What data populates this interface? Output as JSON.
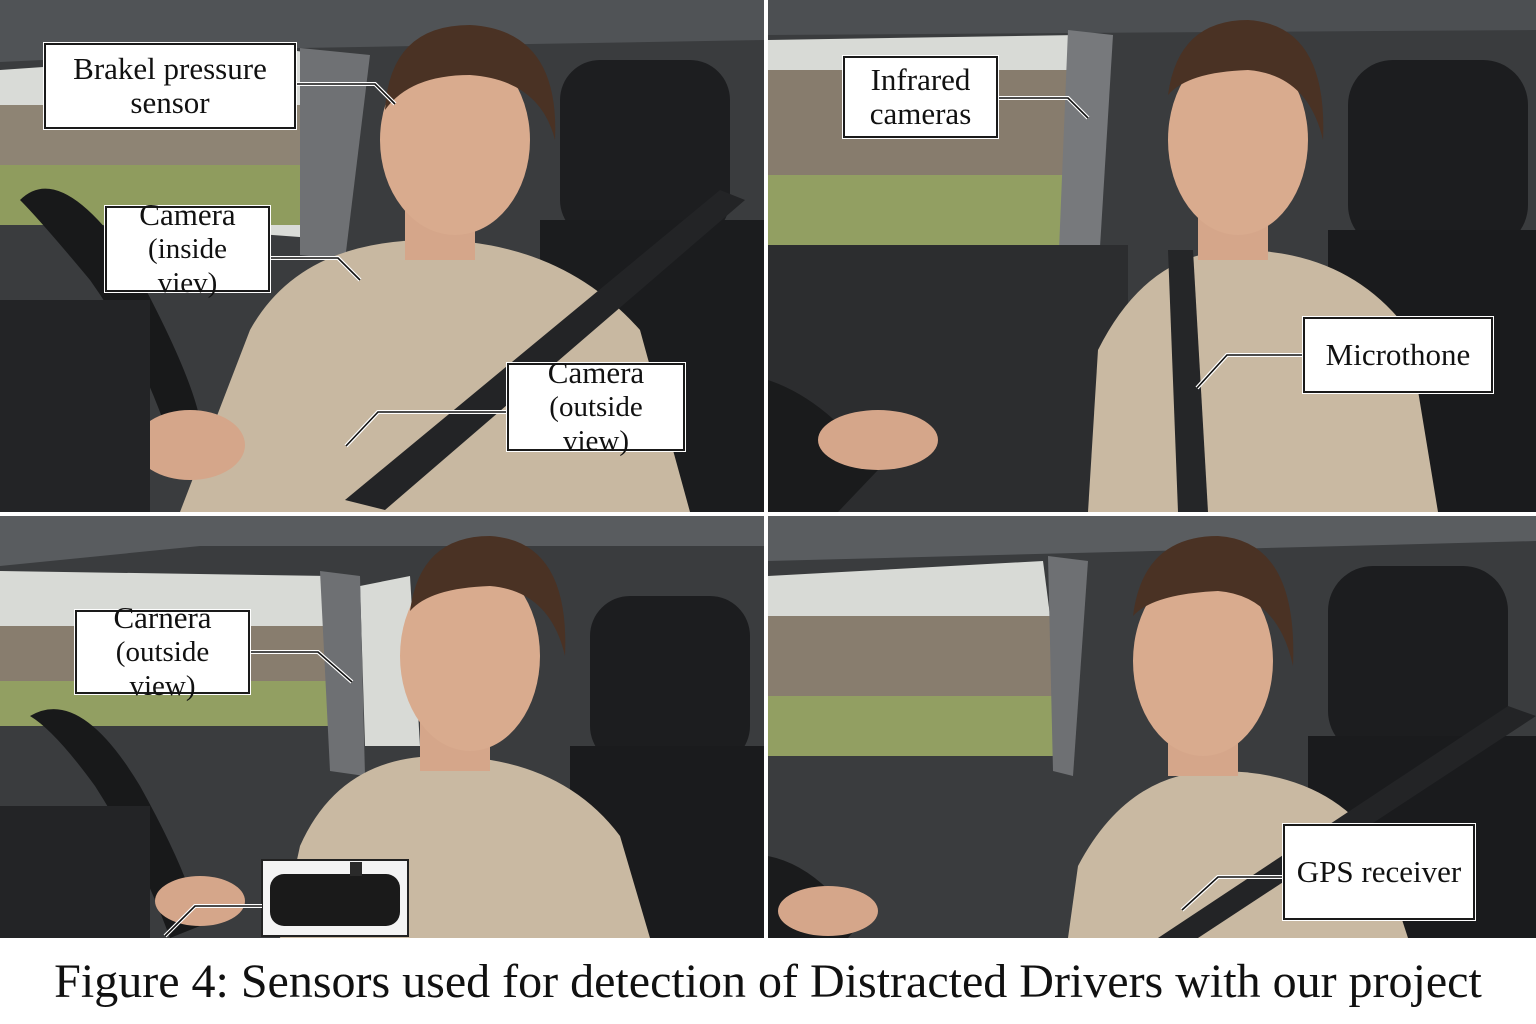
{
  "labels": {
    "brake_sensor": {
      "line1": "Brakel pressure",
      "line2": "sensor"
    },
    "camera_inside": {
      "line1": "Camera",
      "line2": "(inside viev)"
    },
    "camera_outside_1": {
      "line1": "Camera",
      "line2": "(outside view)"
    },
    "infrared": {
      "line1": "Infrared",
      "line2": "cameras"
    },
    "microphone": {
      "line1": "Microthone"
    },
    "camera_outside_2": {
      "line1": "Carnera",
      "line2": "(outside view)"
    },
    "gps": {
      "line1": "GPS receiver"
    }
  },
  "caption": "Figure 4: Sensors used for detection of Distracted Drivers with our project",
  "colors": {
    "sweater": "#c9b9a2",
    "skin": "#d8a98c",
    "hair": "#4a3224",
    "interior": "#2a2c2e",
    "seat": "#1c1d1f",
    "field": "#8d9a5c",
    "sky": "#d7d9d6",
    "trees": "#8a7f6f"
  }
}
